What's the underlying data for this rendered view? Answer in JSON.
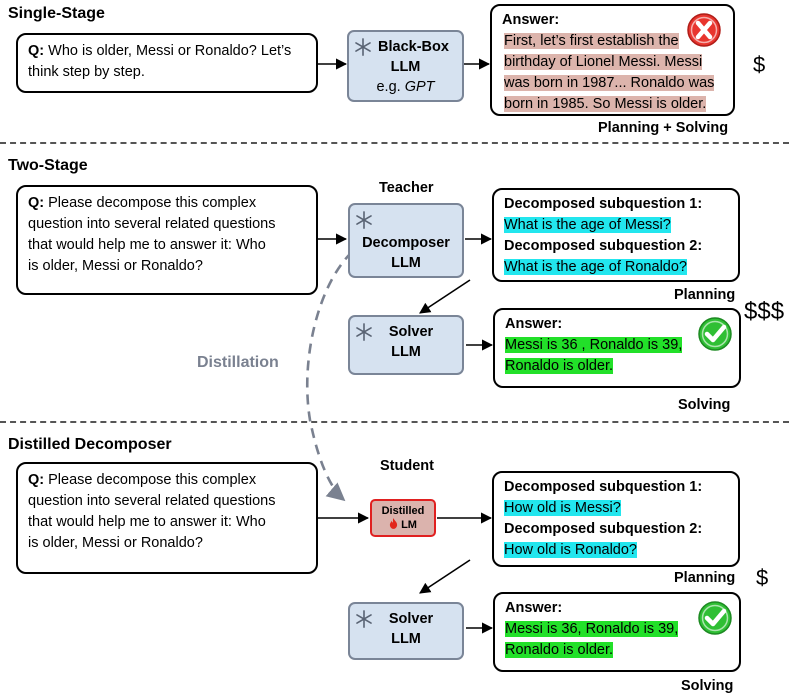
{
  "single_stage": {
    "title": "Single-Stage",
    "question_prefix": "Q:",
    "question_lines": [
      "Who is older, Messi or Ronaldo? Let’s",
      "think step by step."
    ],
    "llm_title_lines": [
      "Black-Box",
      "LLM"
    ],
    "llm_example_prefix": "e.g.",
    "llm_example_model": "GPT",
    "answer_label": "Answer:",
    "answer_lines": [
      "First, let’s first establish the",
      "birthday of Lionel Messi. Messi",
      "was born in 1987... Ronaldo was",
      "born in 1985. So Messi is older."
    ],
    "caption": "Planning + Solving",
    "cost": "$",
    "verdict_icon": "red-cross-icon"
  },
  "two_stage": {
    "title": "Two-Stage",
    "role": "Teacher",
    "question_prefix": "Q:",
    "question_lines": [
      "Please decompose this complex",
      "question into several related questions",
      "that would help me to answer it: Who",
      "is older, Messi or Ronaldo?"
    ],
    "decomposer_lines": [
      "Decomposer",
      "LLM"
    ],
    "subq1_label": "Decomposed subquestion 1:",
    "subq1": "What is the age of Messi?",
    "subq2_label": "Decomposed subquestion 2:",
    "subq2": "What is the age of Ronaldo?",
    "planning_caption": "Planning",
    "cost": "$$$",
    "solver_lines": [
      "Solver",
      "LLM"
    ],
    "answer_label": "Answer:",
    "answer_lines": [
      "Messi is 36 , Ronaldo is 39,",
      "Ronaldo is older."
    ],
    "solving_caption": "Solving",
    "verdict_icon": "green-check-icon"
  },
  "distillation_label": "Distillation",
  "distilled": {
    "title": "Distilled Decomposer",
    "role": "Student",
    "question_prefix": "Q:",
    "question_lines": [
      "Please decompose this complex",
      "question into several related questions",
      "that would help me to answer it: Who",
      "is older, Messi or Ronaldo?"
    ],
    "student_model_lines": [
      "Distilled",
      "LM"
    ],
    "subq1_label": "Decomposed subquestion 1:",
    "subq1": "How old is Messi?",
    "subq2_label": "Decomposed subquestion 2:",
    "subq2": "How old is Ronaldo?",
    "planning_caption": "Planning",
    "cost": "$",
    "solver_lines": [
      "Solver",
      "LLM"
    ],
    "answer_label": "Answer:",
    "answer_lines": [
      "Messi is 36, Ronaldo is 39,",
      "Ronaldo is older."
    ],
    "solving_caption": "Solving",
    "verdict_icon": "green-check-icon"
  },
  "colors": {
    "llm_fill": "#d6e2f0",
    "answer_wrong_highlight": "#dcb4ac",
    "subquestion_highlight": "#22e6ee",
    "answer_right_highlight": "#22e029",
    "distilled_fill": "#dbb3ad",
    "distilled_border": "#e02020"
  }
}
